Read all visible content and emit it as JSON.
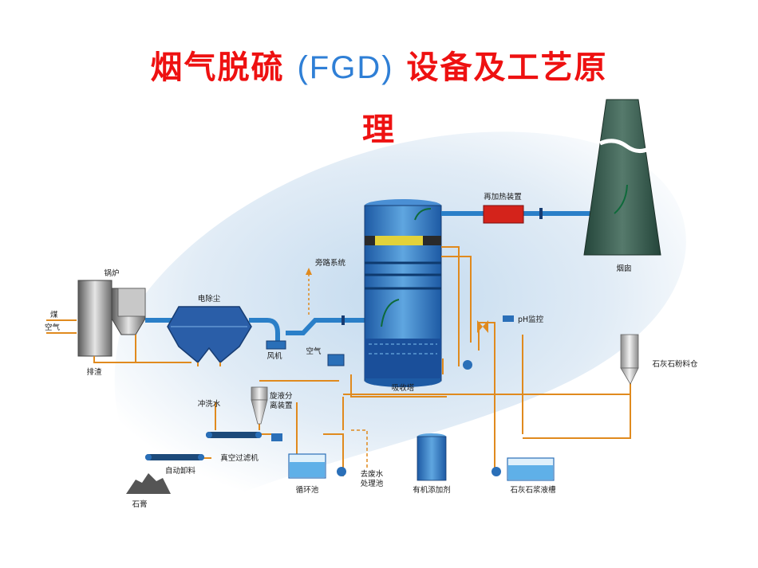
{
  "title": {
    "prefix": "烟气脱硫 ",
    "abbr": "(FGD)",
    "suffix": " 设备及工艺原",
    "line2": "理"
  },
  "labels": {
    "boiler": "锅炉",
    "coal": "煤",
    "air_in": "空气",
    "slag": "排渣",
    "esp": "电除尘",
    "fan": "风机",
    "bypass": "旁路系统",
    "air": "空气",
    "absorber": "吸收塔",
    "reheater": "再加热装置",
    "chimney": "烟囱",
    "ph": "pH监控",
    "silo": "石灰石粉料仓",
    "wash_water": "冲洗水",
    "cyclone": [
      "旋液分",
      "离装置"
    ],
    "vacuum_filter": "真空过滤机",
    "auto_unload": "自动卸料",
    "gypsum": "石膏",
    "recycle_tank": "循环池",
    "wastewater": [
      "去废水",
      "处理池"
    ],
    "additive": "有机添加剂",
    "slurry_tank": "石灰石浆液槽"
  },
  "colors": {
    "title": "#ee1111",
    "abbr": "#2f7fd6",
    "gas_pipe": "#2a7fc8",
    "slurry_line": "#e08a1e",
    "vessel": "#2a6fb8",
    "chimney": "#2f5a4a",
    "reheater": "#d4231b"
  }
}
